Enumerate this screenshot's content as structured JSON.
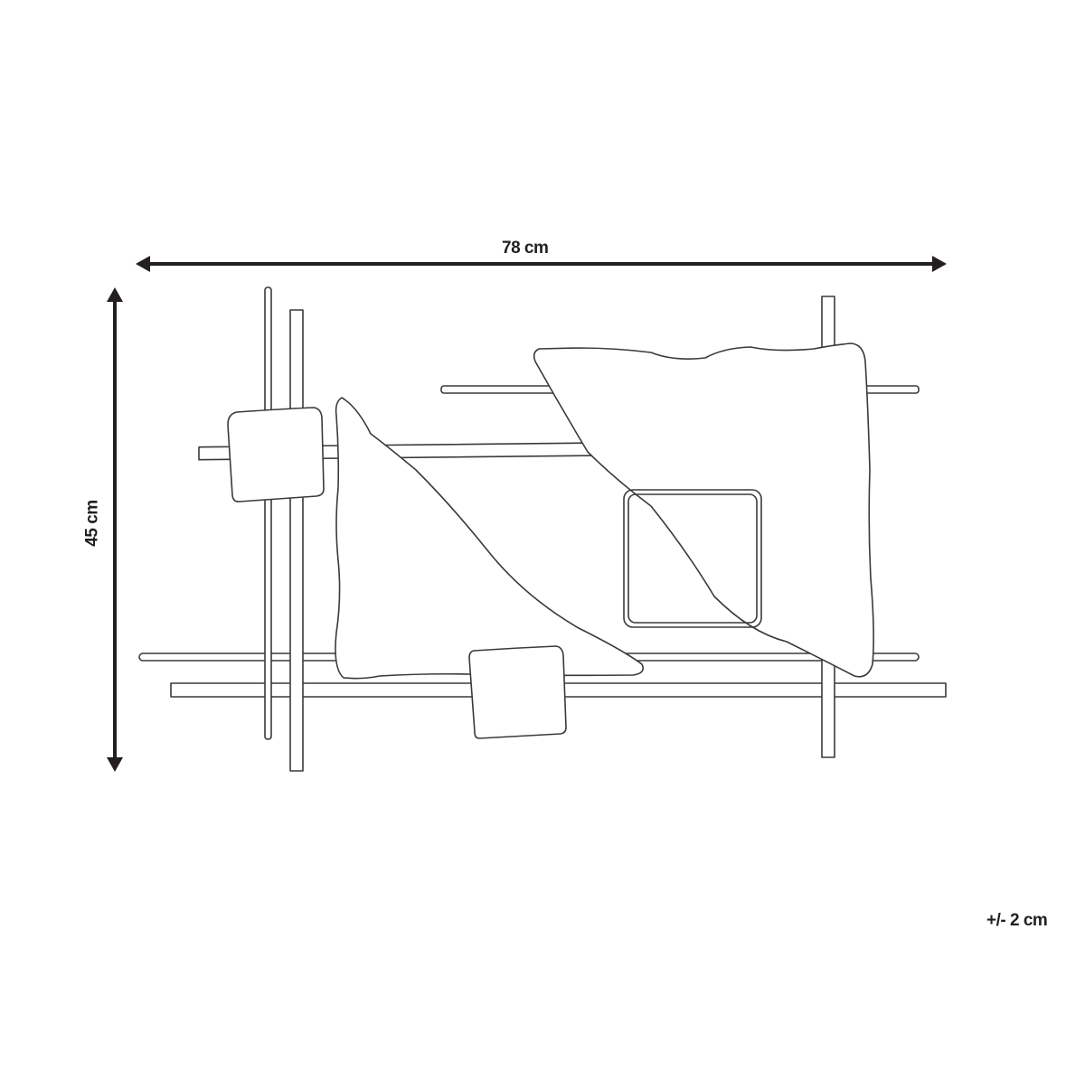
{
  "diagram": {
    "type": "product-dimension-drawing",
    "subject": "abstract metal wall art line drawing",
    "dimensions": {
      "width": {
        "value": 78,
        "unit": "cm",
        "label": "78 cm"
      },
      "height": {
        "value": 45,
        "unit": "cm",
        "label": "45 cm"
      },
      "tolerance": {
        "label": "+/- 2 cm"
      }
    },
    "colors": {
      "line": "#3a3a3a",
      "dimension_line": "#231f20",
      "background": "#ffffff"
    }
  }
}
